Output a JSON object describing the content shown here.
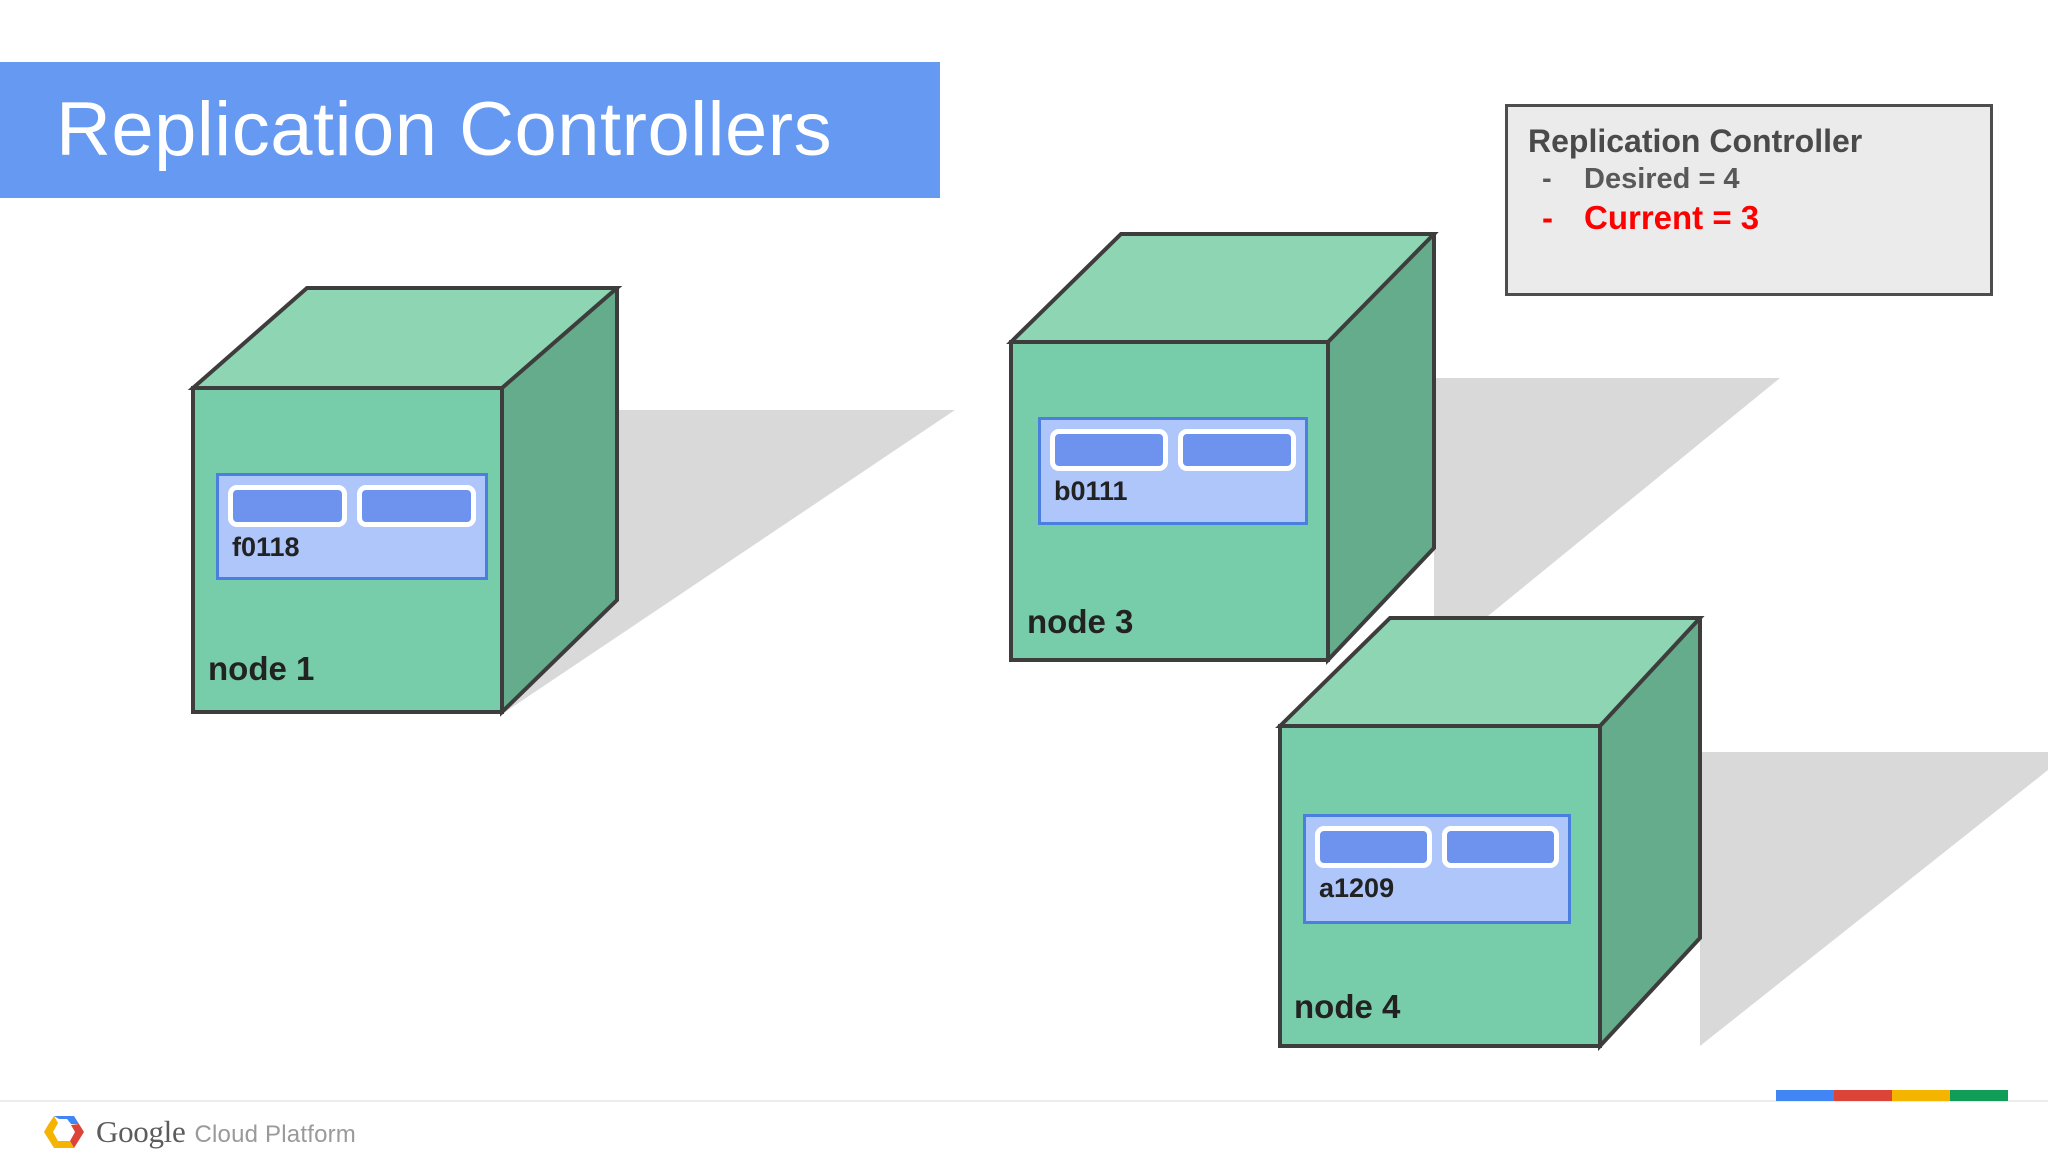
{
  "slide": {
    "title": "Replication Controllers",
    "title_bg": "#6699f1",
    "title_color": "#ffffff",
    "background": "#ffffff"
  },
  "legend": {
    "heading": "Replication Controller",
    "bullet": "-",
    "desired_label": "Desired = 4",
    "desired_color": "#595959",
    "current_label": "Current = 3",
    "current_color": "#ff0000",
    "box_bg": "#ebebeb",
    "box_border": "#4d4d4d"
  },
  "nodes": [
    {
      "name": "node 1",
      "pod": "f0118",
      "containers": 2,
      "face_color": "#77ccaa",
      "top_color": "#8ed6b3",
      "side_color": "#64ac8b",
      "pod_bg": "#aec6fa",
      "pod_border": "#4a7fe0",
      "container_color": "#6d93ee"
    },
    {
      "name": "node 3",
      "pod": "b0111",
      "containers": 2,
      "face_color": "#77ccaa",
      "top_color": "#8ed6b3",
      "side_color": "#64ac8b",
      "pod_bg": "#aec6fa",
      "pod_border": "#4a7fe0",
      "container_color": "#6d93ee"
    },
    {
      "name": "node 4",
      "pod": "a1209",
      "containers": 2,
      "face_color": "#77ccaa",
      "top_color": "#8ed6b3",
      "side_color": "#64ac8b",
      "pod_bg": "#aec6fa",
      "pod_border": "#4a7fe0",
      "container_color": "#6d93ee"
    }
  ],
  "footer": {
    "google_word": "Google",
    "cloud_platform_word": "Cloud Platform",
    "brand_bar_colors": [
      "#4285f4",
      "#db4437",
      "#f4b400",
      "#0f9d58"
    ],
    "logo_blue": "#4285f4",
    "logo_red": "#db4437",
    "logo_yellow": "#f4b400"
  }
}
